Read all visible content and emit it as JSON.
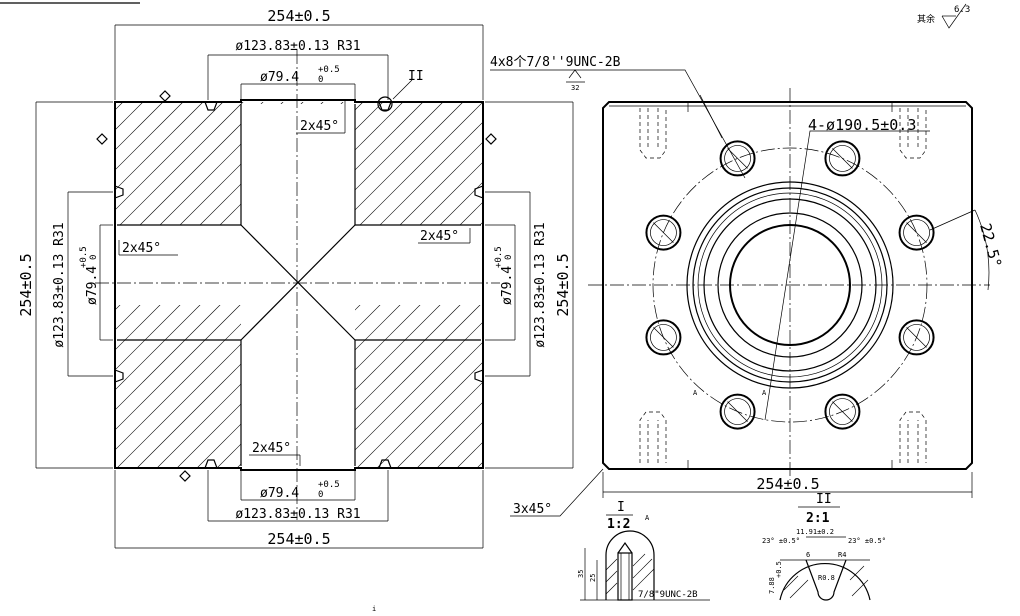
{
  "roughness": {
    "label": "其余",
    "value": "6.3"
  },
  "section_view": {
    "dim_overall_top": "254±0.5",
    "dim_bore_top": "ø123.83±0.13 R31",
    "dim_inner_top": "ø79.4",
    "tol_upper": "+0.5",
    "tol_lower": "0",
    "chamfer": "2x45°",
    "detail_callout": "II",
    "dim_overall_left": "254±0.5",
    "dim_bore_left": "ø123.83±0.13 R31",
    "dim_inner_left": "ø79.4",
    "dim_overall_right": "254±0.5",
    "dim_bore_right": "ø123.83±0.13 R31",
    "dim_inner_right": "ø79.4",
    "dim_inner_bottom": "ø79.4",
    "dim_bore_bottom": "ø123.83±0.13 R31",
    "dim_overall_bottom": "254±0.5"
  },
  "front_view": {
    "thread_note": "4x8个7/8''9UNC-2B",
    "thread_depth": "32",
    "pcd_note": "4-ø190.5±0.3",
    "angle": "22.5°",
    "dim_width": "254±0.5",
    "edge_chamfer": "3x45°",
    "section_mark": "A"
  },
  "detail_I": {
    "label": "I",
    "scale": "1:2",
    "mark": "A",
    "dim_35": "35",
    "dim_25": "25",
    "thread": "7/8\"9UNC-2B"
  },
  "detail_II": {
    "label": "II",
    "scale": "2:1",
    "width": "11.91±0.2",
    "angle_left": "23° ±0.5°",
    "angle_right": "23° ±0.5°",
    "depth": "7.88",
    "depth_tol": "+0.5",
    "radius": "R0.8",
    "depth_small": "6",
    "r_small": "R4"
  },
  "stray_mark": "i"
}
